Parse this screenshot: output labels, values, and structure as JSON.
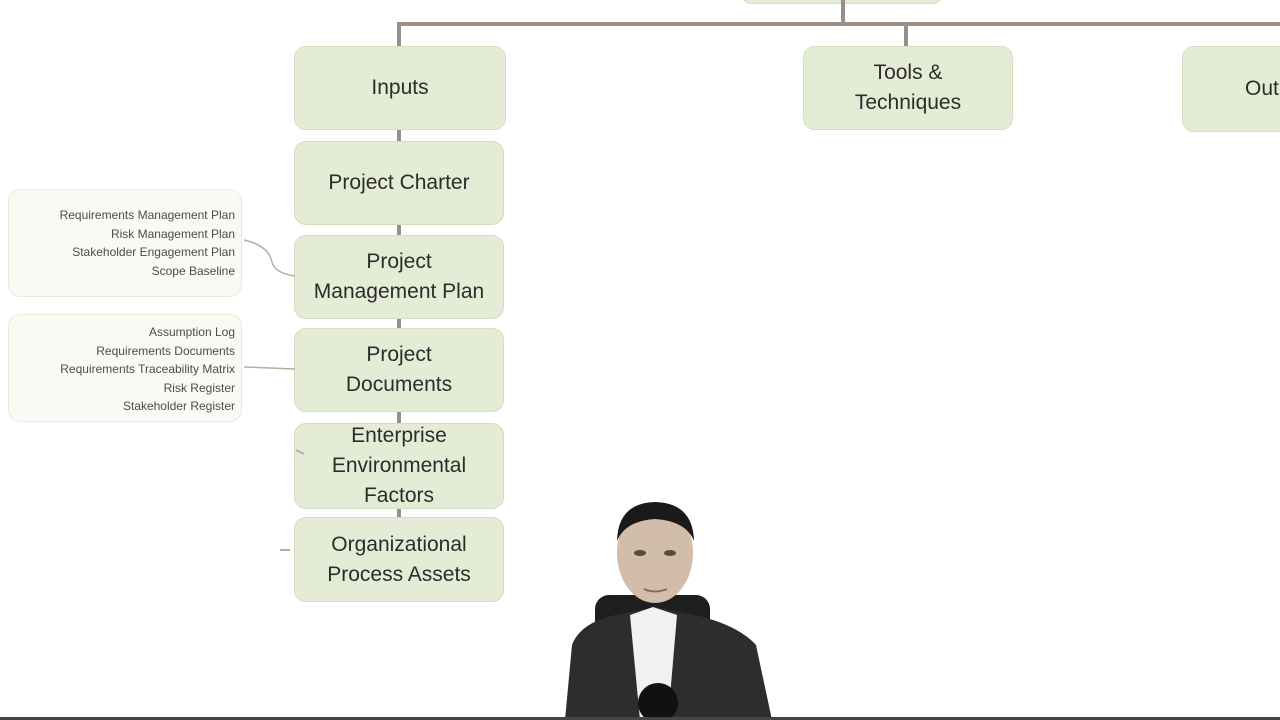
{
  "diagram": {
    "categories": {
      "inputs": "Inputs",
      "tools": "Tools &\nTechniques",
      "outputs": "Out"
    },
    "inputs": [
      {
        "label": "Project Charter"
      },
      {
        "label": "Project\nManagement Plan"
      },
      {
        "label": "Project\nDocuments"
      },
      {
        "label": "Enterprise\nEnvironmental\nFactors"
      },
      {
        "label": "Organizational\nProcess Assets"
      }
    ],
    "management_plan_components": [
      "Requirements Management Plan",
      "Risk Management Plan",
      "Stakeholder Engagement Plan",
      "Scope Baseline"
    ],
    "project_document_components": [
      "Assumption Log",
      "Requirements Documents",
      "Requirements Traceability Matrix",
      "Risk Register",
      "Stakeholder Register"
    ]
  },
  "colors": {
    "box_fill": "#e5ecd6",
    "connector": "#9a8f86",
    "note_fill": "#f8faf3"
  }
}
